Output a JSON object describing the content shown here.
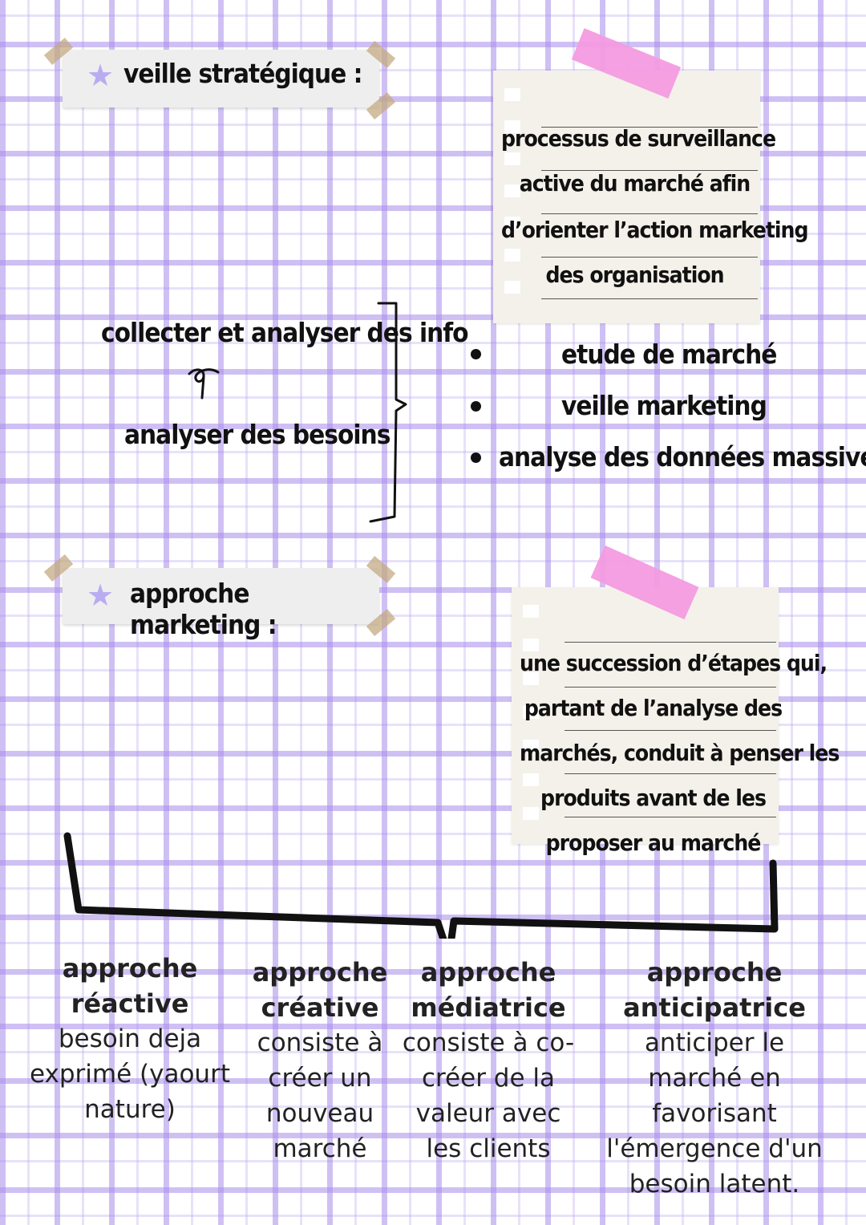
{
  "section1": {
    "title": "veille stratégique :",
    "definition_lines": [
      "processus de surveillance",
      "active du marché afin",
      "d’orienter l’action marketing",
      "des organisation"
    ],
    "left_top": "collecter et analyser des info",
    "left_bottom": "analyser des besoins",
    "bullets": [
      "etude de marché",
      "veille marketing",
      "analyse des données massives"
    ]
  },
  "section2": {
    "title": "approche marketing :",
    "definition_lines": [
      "une succession d’étapes qui,",
      "partant de l’analyse des",
      "marchés, conduit à penser les",
      "produits avant de les",
      "proposer au marché"
    ],
    "approaches": [
      {
        "title": "approche réactive",
        "desc": "besoin deja exprimé (yaourt nature)"
      },
      {
        "title": "approche créative",
        "desc": "consiste à créer un nouveau marché"
      },
      {
        "title": "approche médiatrice",
        "desc": "consiste à co-créer de la valeur avec les clients"
      },
      {
        "title": "approche anticipatrice",
        "desc": "anticiper le marché en favorisant l'émergence d'un besoin latent."
      }
    ]
  },
  "icons": {
    "star": "star-icon",
    "link": "loop-arrow-icon"
  },
  "colors": {
    "grid": "#a88ceb",
    "star": "#b9acf0",
    "tape_pink": "#f39be0",
    "note_bg": "#f4f1ea",
    "banner_bg": "#eeeeee"
  }
}
